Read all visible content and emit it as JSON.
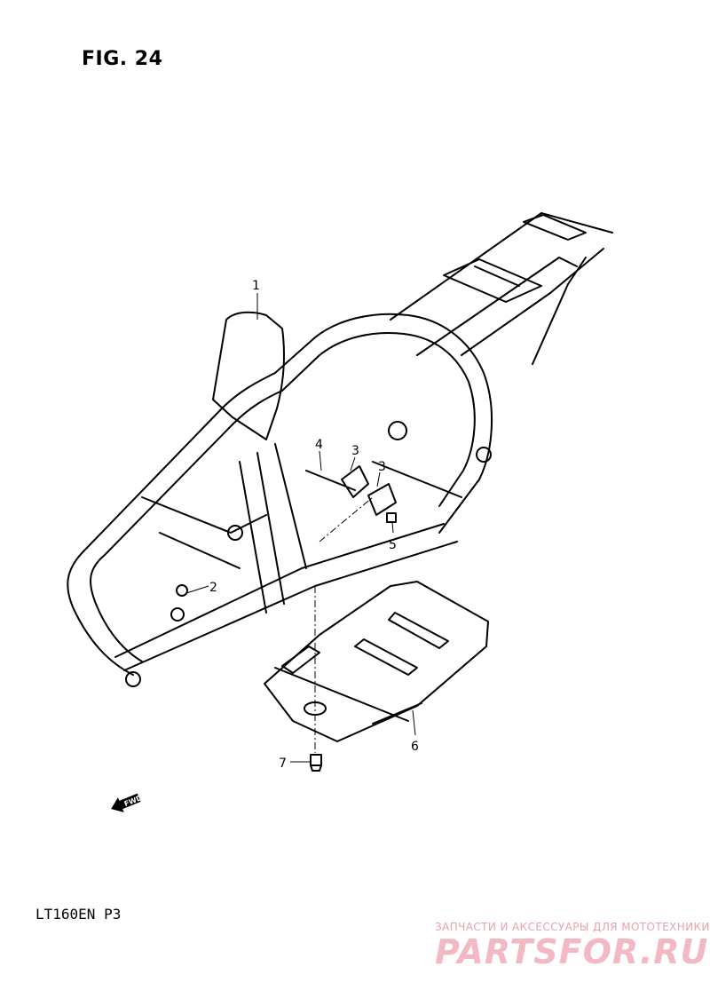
{
  "figure": {
    "title": "FIG. 24"
  },
  "callouts": [
    {
      "id": "c1",
      "label": "1"
    },
    {
      "id": "c2",
      "label": "2"
    },
    {
      "id": "c3a",
      "label": "3"
    },
    {
      "id": "c3b",
      "label": "3"
    },
    {
      "id": "c4",
      "label": "4"
    },
    {
      "id": "c5",
      "label": "5"
    },
    {
      "id": "c6",
      "label": "6"
    },
    {
      "id": "c7",
      "label": "7"
    }
  ],
  "fwd_arrow": {
    "label": "FWD"
  },
  "model_code": "LT160EN P3",
  "watermark": {
    "tagline": "ЗАПЧАСТИ И АКСЕССУАРЫ ДЛЯ МОТОТЕХНИКИ",
    "logo": "PARTSFOR.RU",
    "color": "#f3b9c2"
  }
}
